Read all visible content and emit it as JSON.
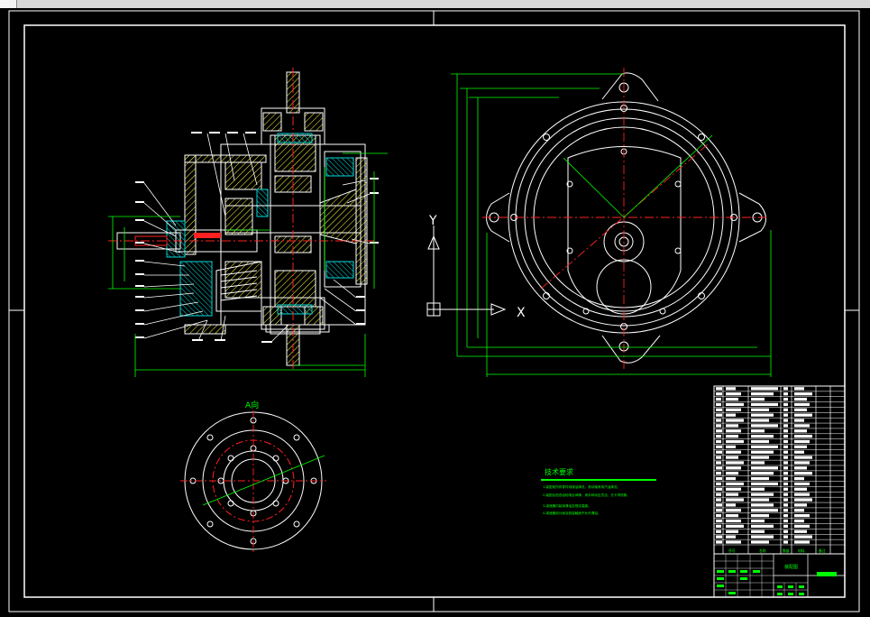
{
  "window": {
    "title": ""
  },
  "drawing": {
    "view_label_a": "A向",
    "axis_y": "Y",
    "axis_x": "X",
    "tech_title": "技术要求",
    "tech_lines": [
      "1.装配前所有零件用煤油清洗，滚动轴承用汽油清洗。",
      "2.装配后检查齿轮啮合间隙，用手转动应灵活，无卡滞现象。",
      "3.减速器内装润滑油至规定高度。",
      "4.减速器剖分面及各接触面不允许漏油。"
    ],
    "title_block": {
      "drawing_name": "装配图",
      "headers": [
        "序号",
        "名称",
        "数量",
        "材料",
        "备注"
      ]
    },
    "colors": {
      "frame": "#ffffff",
      "outline": "#ffffff",
      "center_line": "#ff2020",
      "dimension": "#00ff00",
      "hatch": "#ffff40",
      "section": "#00d8d8",
      "text": "#00ff00"
    }
  }
}
